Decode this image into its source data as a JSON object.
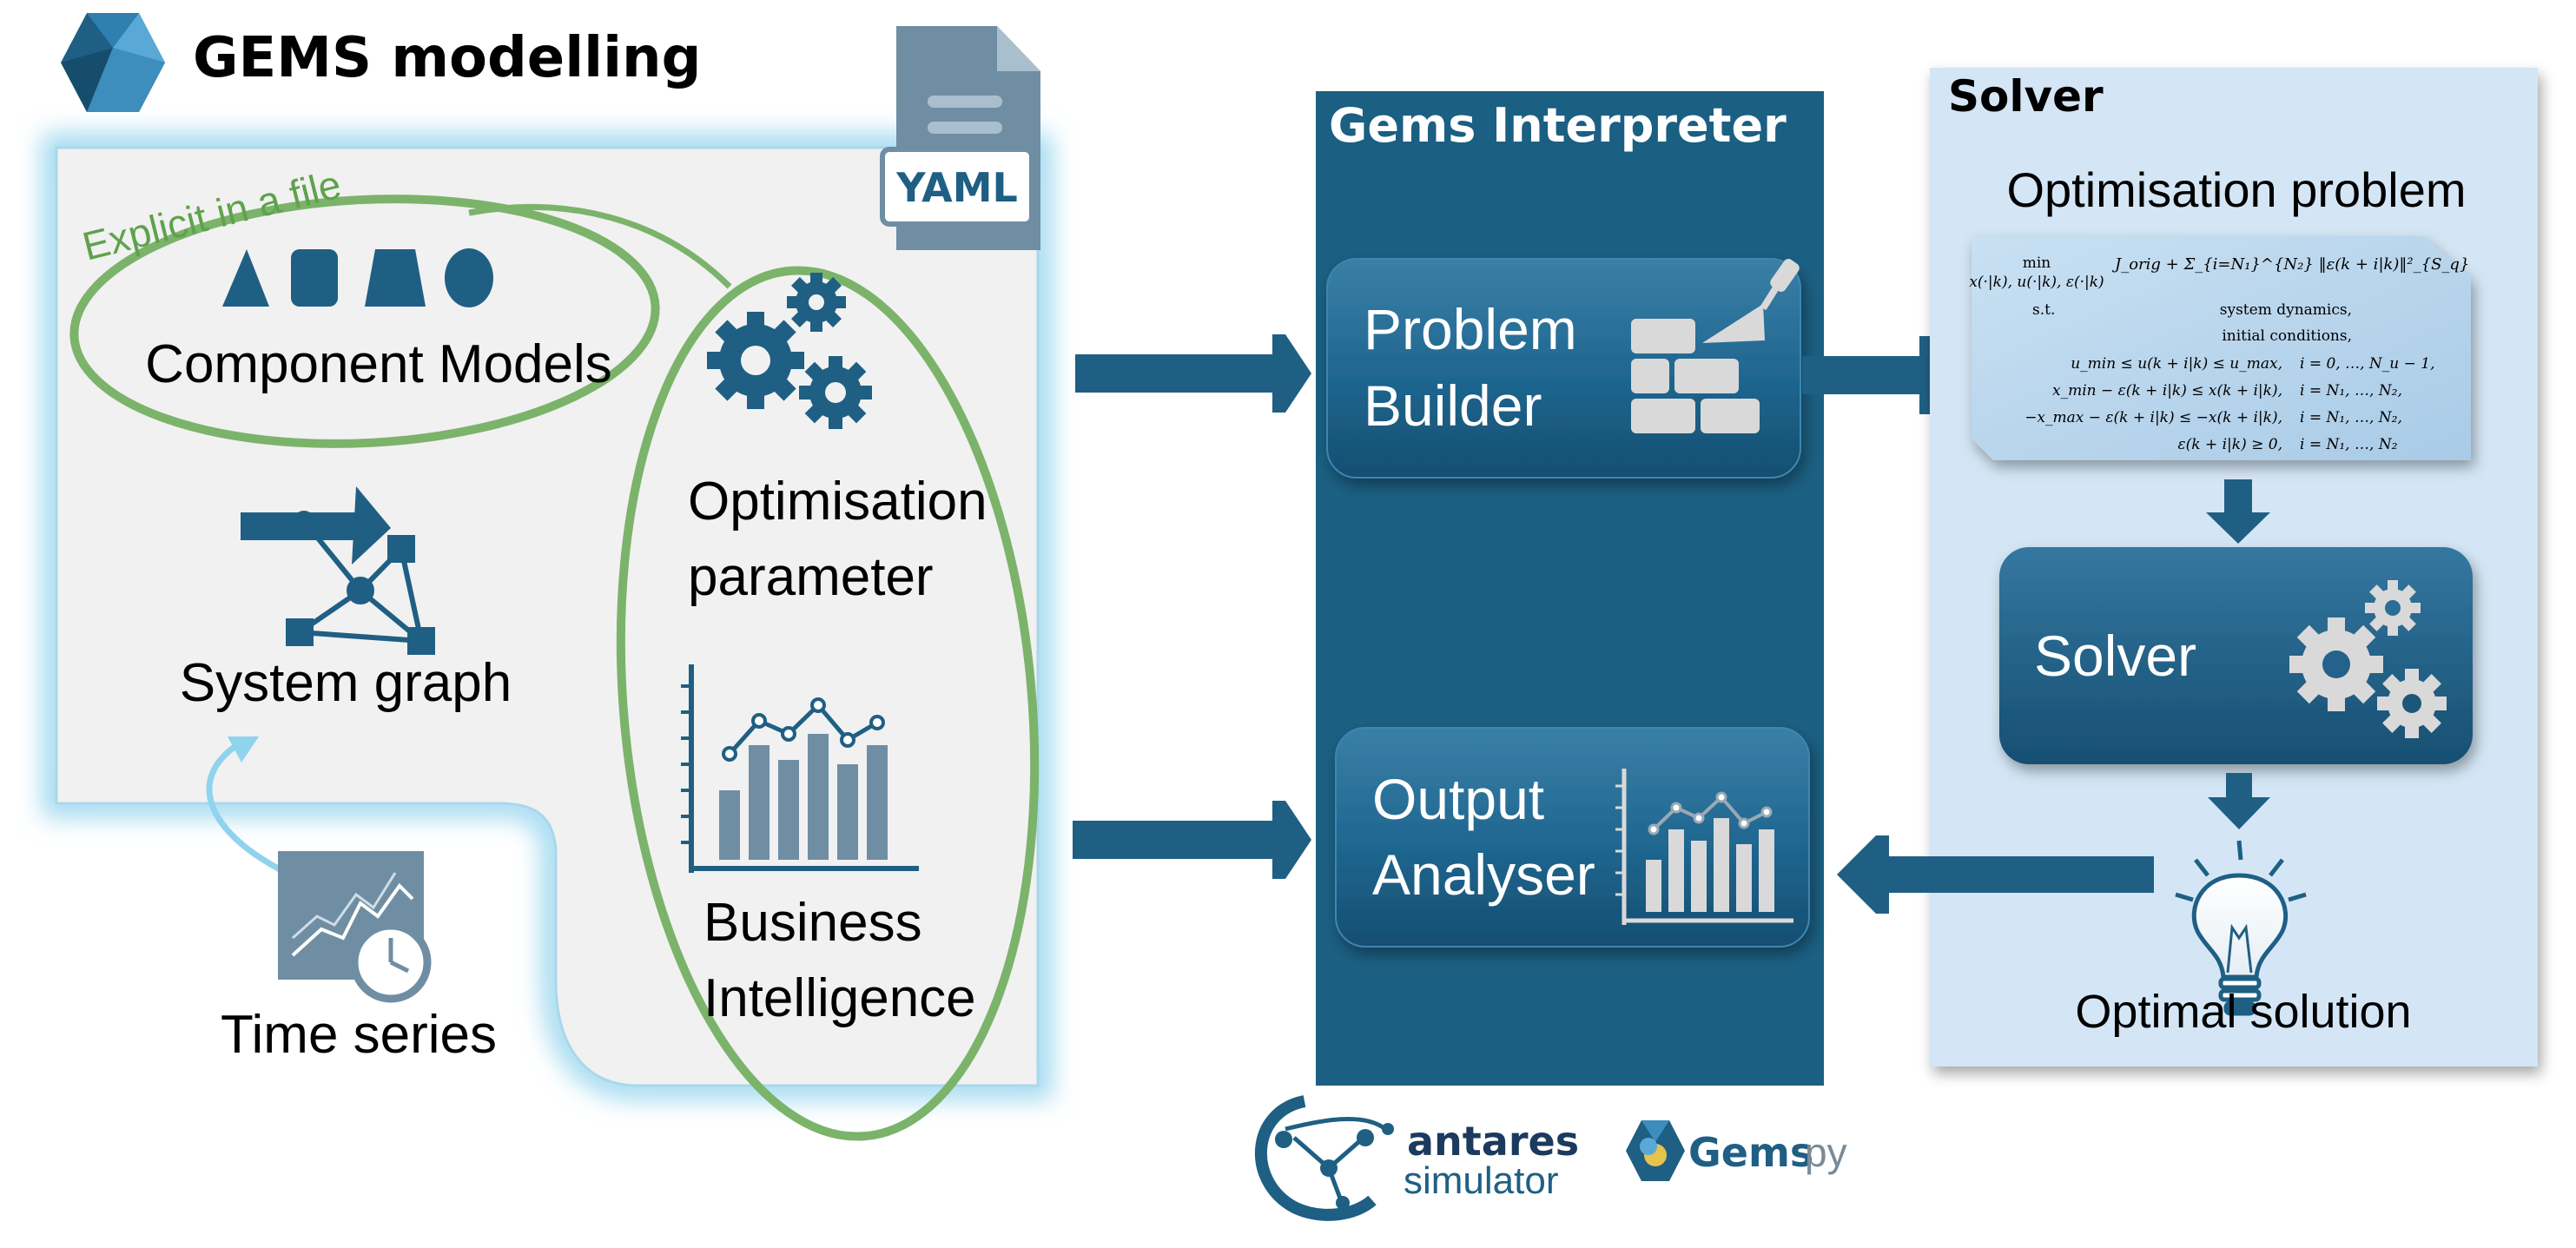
{
  "gems_modelling": {
    "title": "GEMS modelling",
    "file_badge": "YAML",
    "explicit_label": "Explicit in a file",
    "component_models": "Component Models",
    "system_graph": "System graph",
    "time_series": "Time series",
    "optimisation_parameter": [
      "Optimisation",
      "parameter"
    ],
    "business_intelligence": [
      "Business",
      "Intelligence"
    ]
  },
  "interpreter": {
    "title": "Gems Interpreter",
    "problem_builder": [
      "Problem",
      "Builder"
    ],
    "output_analyser": [
      "Output",
      "Analyser"
    ]
  },
  "solver_panel": {
    "title": "Solver",
    "optimisation_problem": "Optimisation problem",
    "solver_label": "Solver",
    "optimal_solution": "Optimal solution",
    "formulation": {
      "min_word": "min",
      "min_vars": "x(·|k), u(·|k), ε(·|k)",
      "objective": "J_orig + Σ_{i=N₁}^{N₂} ‖ε(k + i|k)‖²_{S_q}",
      "st": "s.t.",
      "constraints": [
        {
          "lhs": "system dynamics,",
          "rhs": ""
        },
        {
          "lhs": "initial conditions,",
          "rhs": ""
        },
        {
          "lhs": "u_min ≤ u(k + i|k) ≤ u_max,",
          "rhs": "i = 0, …, N_u − 1,"
        },
        {
          "lhs": "x_min − ε(k + i|k) ≤ x(k + i|k),",
          "rhs": "i = N₁, …, N₂,"
        },
        {
          "lhs": "−x_max − ε(k + i|k) ≤ −x(k + i|k),",
          "rhs": "i = N₁, …, N₂,"
        },
        {
          "lhs": "ε(k + i|k) ≥ 0,",
          "rhs": "i = N₁, …, N₂"
        }
      ]
    }
  },
  "logos": {
    "antares_line1": "antares",
    "antares_line2": "simulator",
    "gemspy_a": "Gems",
    "gemspy_b": "py"
  },
  "colors": {
    "dark_blue": "#1f5f84",
    "interpreter_bg": "#1b5f82",
    "solver_bg": "#d4e6f5",
    "green_loop": "#7bb36a",
    "glow": "#9fd9ef",
    "paper": "#f1f1f1",
    "light_gray": "#d9d9d9"
  }
}
